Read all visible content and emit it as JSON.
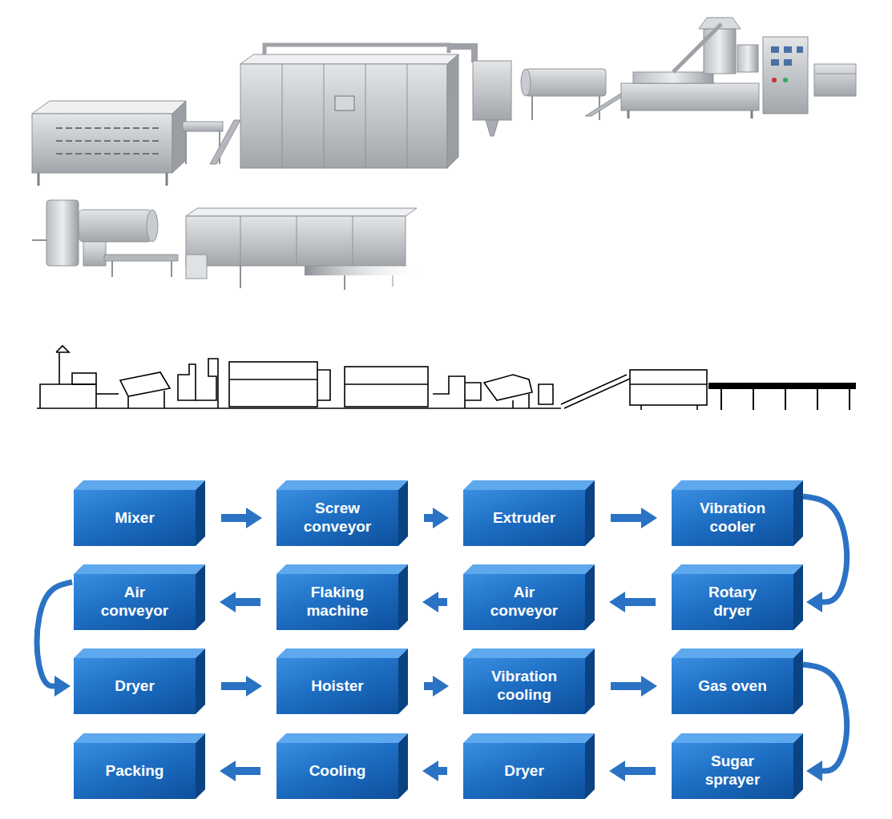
{
  "diagram": {
    "nodes": [
      {
        "text": [
          "Mixer"
        ]
      },
      {
        "text": [
          "Screw conveyor"
        ]
      },
      {
        "text": [
          "Extruder"
        ]
      },
      {
        "text": [
          "Vibration cooler"
        ]
      },
      {
        "text": [
          "Rotary dryer"
        ]
      },
      {
        "text": [
          "Air conveyor"
        ]
      },
      {
        "text": [
          "Flaking machine"
        ]
      },
      {
        "text": [
          "Air conveyor"
        ]
      },
      {
        "text": [
          "Dryer"
        ]
      },
      {
        "text": [
          "Hoister"
        ]
      },
      {
        "text": [
          "Vibration cooling"
        ]
      },
      {
        "text": [
          "Gas oven"
        ]
      },
      {
        "text": [
          "Sugar sprayer"
        ]
      },
      {
        "text": [
          "Dryer"
        ]
      },
      {
        "text": [
          "Cooling"
        ]
      },
      {
        "text": [
          "Packing"
        ]
      }
    ],
    "edges": [
      {
        "from": 0,
        "to": 1,
        "arrow": "to"
      },
      {
        "from": 1,
        "to": 2,
        "arrow": "to"
      },
      {
        "from": 2,
        "to": 3,
        "arrow": "to"
      },
      {
        "from": 3,
        "to": 4,
        "arrow": "to"
      },
      {
        "from": 4,
        "to": 5,
        "arrow": "to"
      },
      {
        "from": 5,
        "to": 6,
        "arrow": "to"
      },
      {
        "from": 6,
        "to": 7,
        "arrow": "to"
      },
      {
        "from": 7,
        "to": 8,
        "arrow": "to"
      },
      {
        "from": 8,
        "to": 9,
        "arrow": "to"
      },
      {
        "from": 9,
        "to": 10,
        "arrow": "to"
      },
      {
        "from": 10,
        "to": 11,
        "arrow": "to"
      },
      {
        "from": 11,
        "to": 12,
        "arrow": "to"
      },
      {
        "from": 12,
        "to": 13,
        "arrow": "to"
      },
      {
        "from": 13,
        "to": 14,
        "arrow": "to"
      },
      {
        "from": 14,
        "to": 15,
        "arrow": "to"
      }
    ]
  }
}
